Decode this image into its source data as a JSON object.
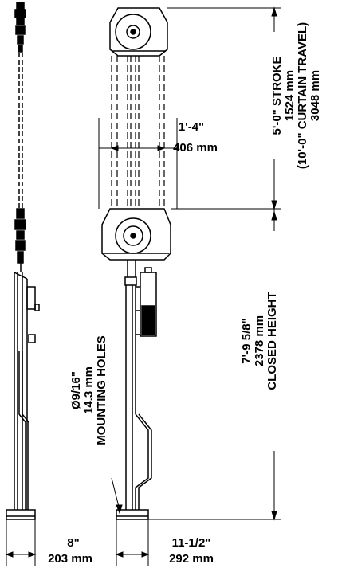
{
  "dimensions": {
    "width_in": "1'-4\"",
    "width_mm": "406 mm",
    "stroke_ft": "5'-0\" STROKE",
    "stroke_mm": "1524 mm",
    "travel_ft": "(10'-0\" CURTAIN TRAVEL)",
    "travel_mm": "3048 mm",
    "closed_ft": "7'-9 5/8\"",
    "closed_mm": "2378 mm",
    "closed_label": "CLOSED HEIGHT",
    "hole_dia": "Ø9/16\"",
    "hole_mm": "14.3 mm",
    "hole_label": "MOUNTING HOLES",
    "base_side_in": "8\"",
    "base_side_mm": "203 mm",
    "base_front_in": "11-1/2\"",
    "base_front_mm": "292 mm"
  }
}
